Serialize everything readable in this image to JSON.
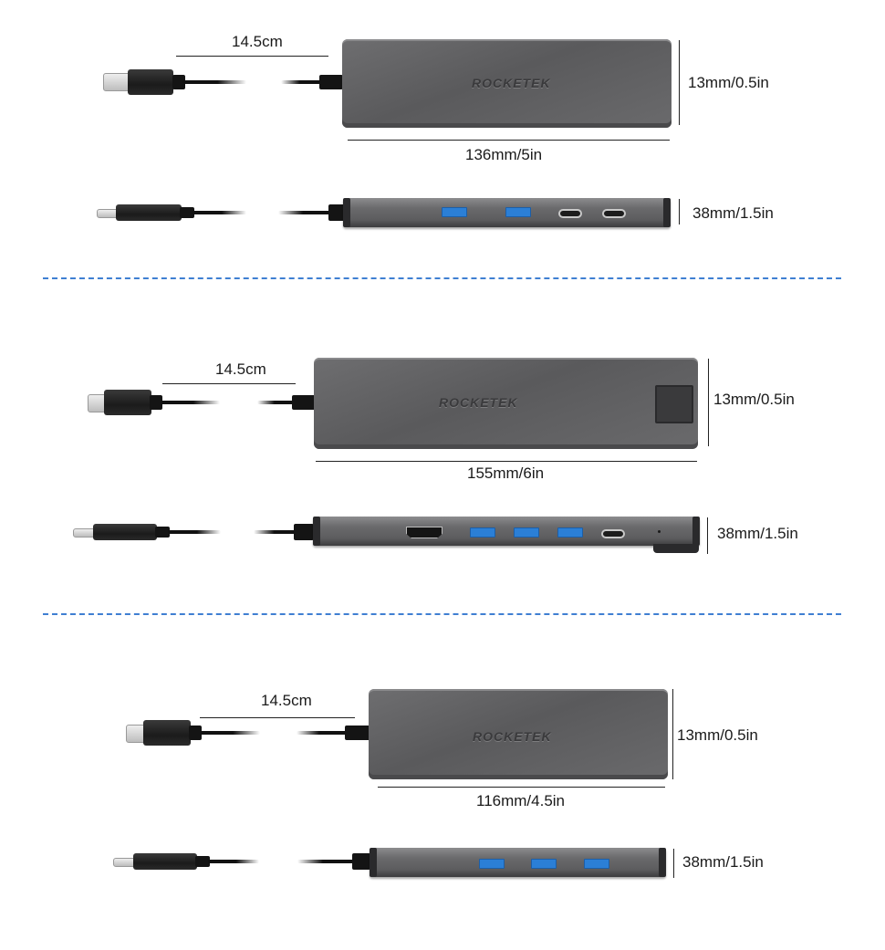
{
  "brand": "ROCKETEK",
  "colors": {
    "divider": "#3f7fd2",
    "usb_port": "#2b7fd6",
    "hub_body": "#5e5e60"
  },
  "hubs": [
    {
      "cable_length": "14.5cm",
      "length_label": "136mm/5in",
      "thickness_label": "13mm/0.5in",
      "width_label": "38mm/1.5in",
      "ports": [
        "usb-a",
        "usb-a",
        "usb-c",
        "usb-c"
      ]
    },
    {
      "cable_length": "14.5cm",
      "length_label": "155mm/6in",
      "thickness_label": "13mm/0.5in",
      "width_label": "38mm/1.5in",
      "ports": [
        "hdmi",
        "usb-a",
        "usb-a",
        "usb-a",
        "usb-c",
        "led"
      ]
    },
    {
      "cable_length": "14.5cm",
      "length_label": "116mm/4.5in",
      "thickness_label": "13mm/0.5in",
      "width_label": "38mm/1.5in",
      "ports": [
        "usb-a",
        "usb-a",
        "usb-a"
      ]
    }
  ]
}
